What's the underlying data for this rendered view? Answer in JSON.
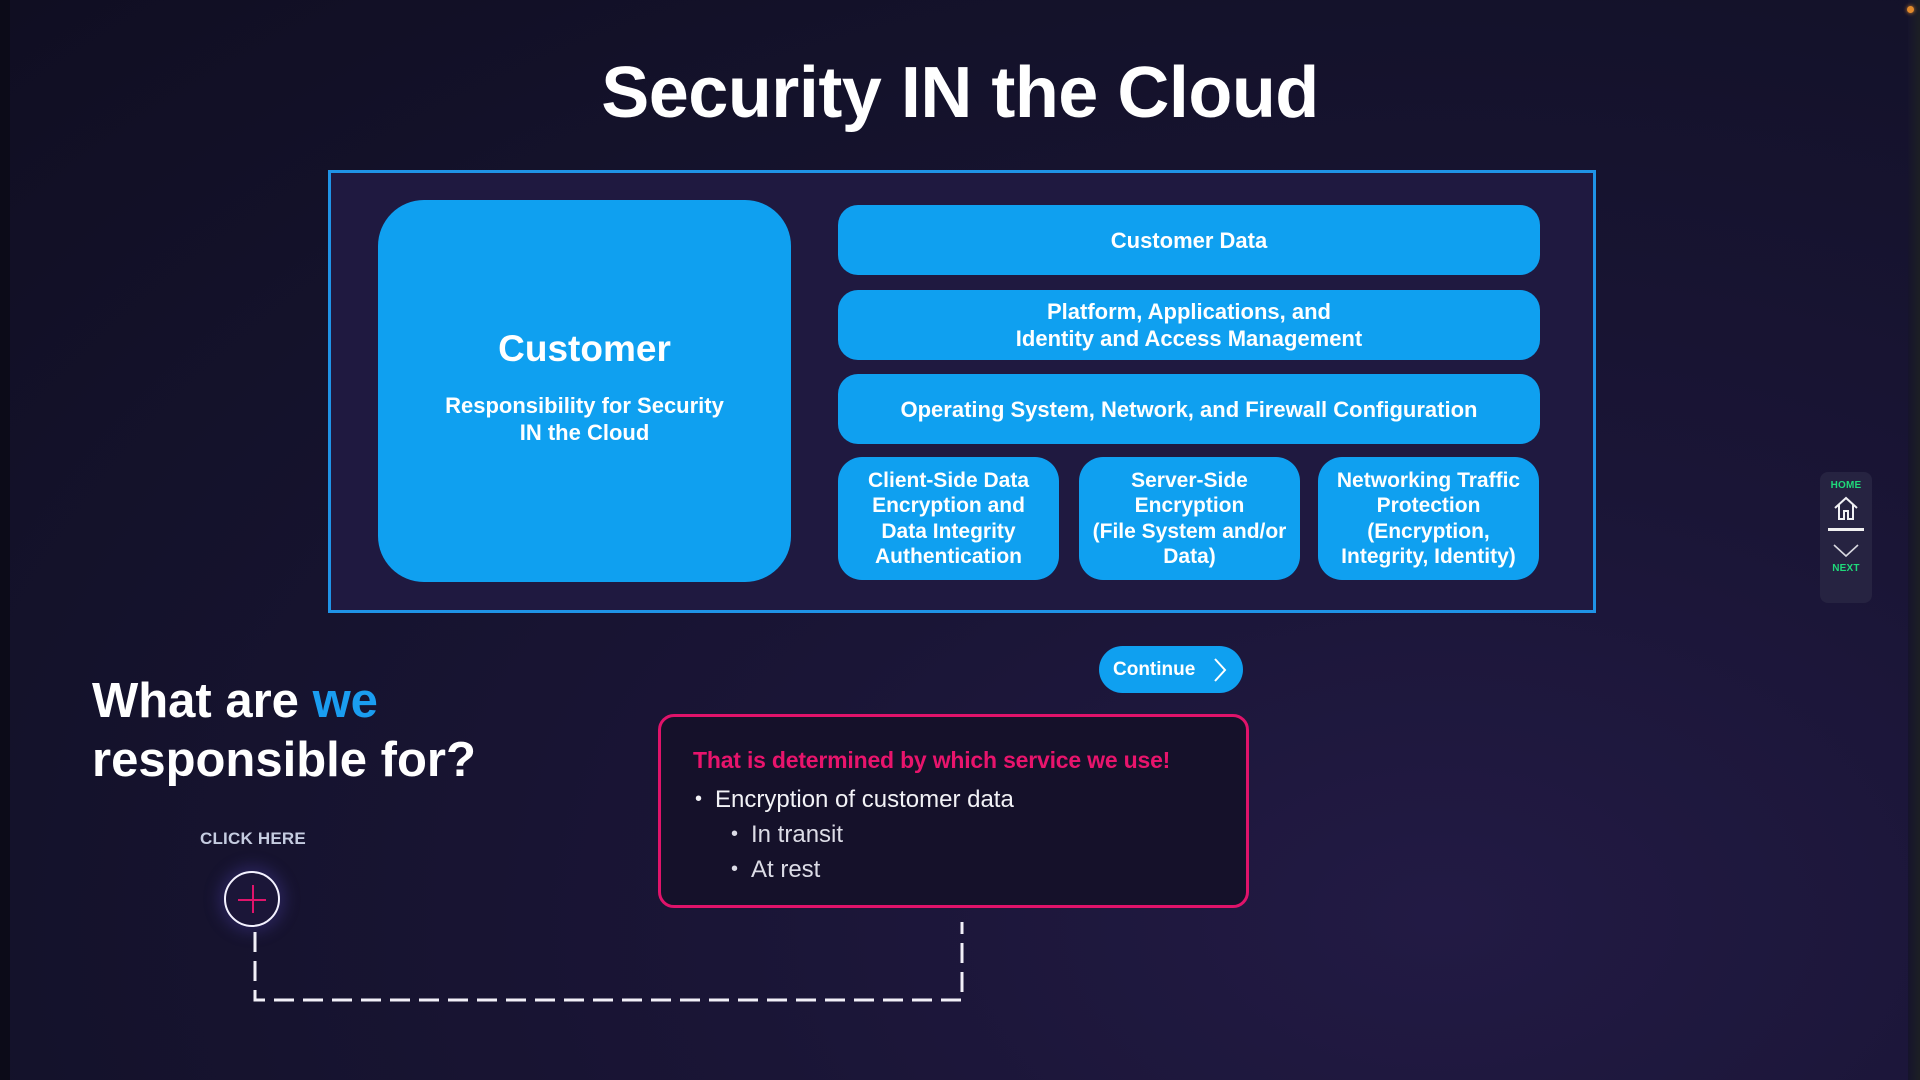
{
  "slide": {
    "title": "Security IN the Cloud"
  },
  "diagram": {
    "customer_box": {
      "title": "Customer",
      "subtitle_line1": "Responsibility for Security",
      "subtitle_line2": "IN the Cloud"
    },
    "rows": [
      {
        "line1": "Customer Data",
        "line2": ""
      },
      {
        "line1": "Platform, Applications, and",
        "line2": "Identity and Access Management"
      },
      {
        "line1": "Operating System, Network, and Firewall Configuration",
        "line2": ""
      }
    ],
    "cells": [
      {
        "lines": [
          "Client-Side Data",
          "Encryption and",
          "Data Integrity",
          "Authentication"
        ]
      },
      {
        "lines": [
          "Server-Side",
          "Encryption",
          "(File System and/or",
          "Data)"
        ]
      },
      {
        "lines": [
          "Networking Traffic",
          "Protection",
          "(Encryption,",
          "Integrity, Identity)"
        ]
      }
    ]
  },
  "continue_button": {
    "label": "Continue",
    "icon": "chevron-right-icon"
  },
  "question": {
    "part1": "What are ",
    "accent": "we",
    "part2": "responsible for?"
  },
  "click_here": {
    "label": "CLICK HERE",
    "icon": "plus-circle-icon"
  },
  "info_box": {
    "heading": "That is determined by which service we use!",
    "items": [
      {
        "text": "Encryption of customer data",
        "level": 1
      },
      {
        "text": "In transit",
        "level": 2
      },
      {
        "text": "At rest",
        "level": 2
      }
    ]
  },
  "nav": {
    "home_label": "HOME",
    "home_icon": "home-icon",
    "next_label": "NEXT",
    "next_icon": "chevron-down-icon"
  },
  "colors": {
    "accent_blue": "#0fa0f0",
    "frame_blue": "#1f93e6",
    "highlight_pink": "#e0136a",
    "nav_green": "#1fd97a",
    "background": "#14122b"
  }
}
